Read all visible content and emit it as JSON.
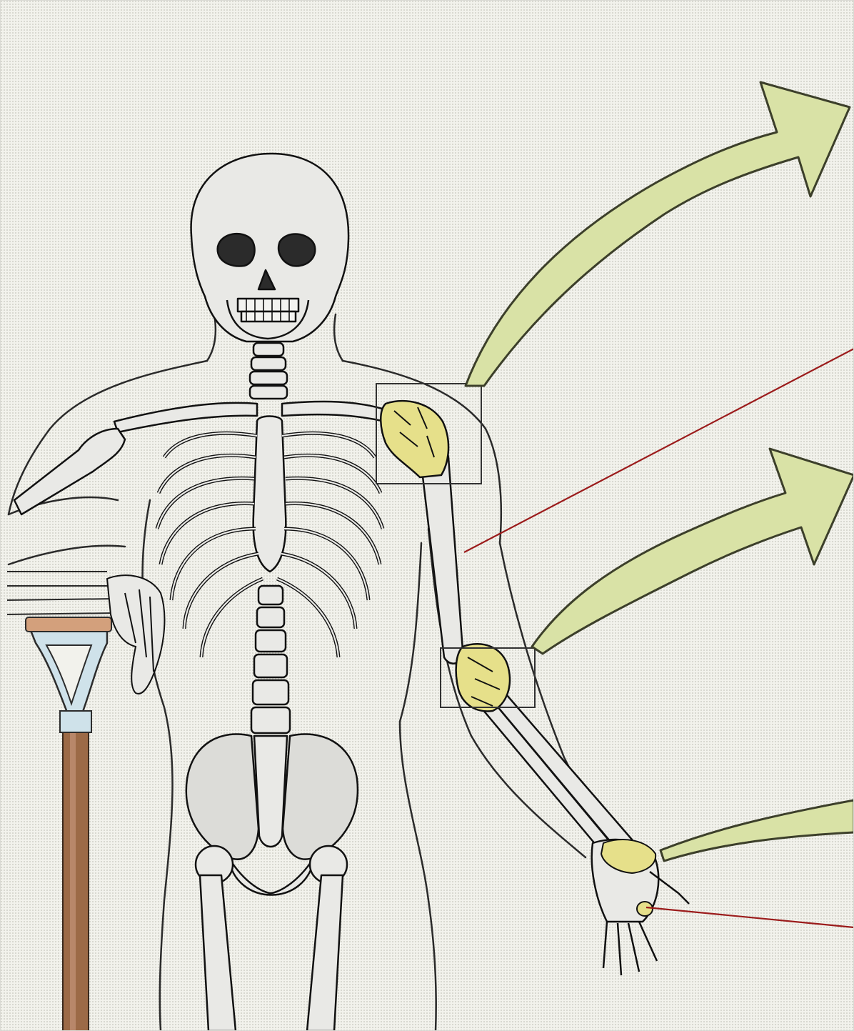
{
  "diagram": {
    "callouts": [
      {
        "name": "shoulder-joint",
        "highlight_color": "#e6e08a"
      },
      {
        "name": "elbow-joint",
        "highlight_color": "#e6e08a"
      },
      {
        "name": "wrist-joint",
        "highlight_color": "#e6e08a"
      }
    ],
    "colors": {
      "arrow_fill": "#d9e2a6",
      "arrow_stroke": "#3c3f2a",
      "leader_line": "#9b1b1b",
      "bone_fill": "#e9e9e6",
      "bone_stroke": "#111111",
      "skin_outline": "#2a2a2a",
      "handle_wood": "#9c6a47",
      "handle_grip": "#cfe2ea"
    },
    "icons": [
      "skull-icon",
      "spade-icon",
      "arrow-icon"
    ]
  }
}
